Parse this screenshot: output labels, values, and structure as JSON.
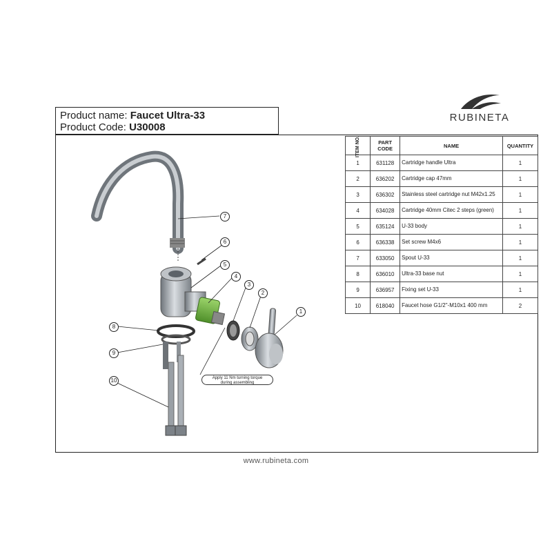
{
  "header": {
    "product_name_label": "Product name:",
    "product_name": "Faucet Ultra-33",
    "product_code_label": "Product Code:",
    "product_code": "U30008"
  },
  "brand": {
    "name": "RUBINETA"
  },
  "table": {
    "columns": [
      "ITEM NO.",
      "PART CODE",
      "NAME",
      "QUANTITY"
    ],
    "rows": [
      {
        "item": "1",
        "code": "631128",
        "name": "Cartridge handle Ultra",
        "qty": "1"
      },
      {
        "item": "2",
        "code": "636202",
        "name": "Cartridge cap 47mm",
        "qty": "1"
      },
      {
        "item": "3",
        "code": "636302",
        "name": "Stainless steel cartridge nut M42x1.25",
        "qty": "1"
      },
      {
        "item": "4",
        "code": "634028",
        "name": "Cartridge 40mm Citec 2 steps (green)",
        "qty": "1"
      },
      {
        "item": "5",
        "code": "635124",
        "name": "U-33 body",
        "qty": "1"
      },
      {
        "item": "6",
        "code": "636338",
        "name": "Set screw M4x6",
        "qty": "1"
      },
      {
        "item": "7",
        "code": "633050",
        "name": "Spout U-33",
        "qty": "1"
      },
      {
        "item": "8",
        "code": "636010",
        "name": "Ultra-33 base nut",
        "qty": "1"
      },
      {
        "item": "9",
        "code": "636957",
        "name": "Fixing set U-33",
        "qty": "1"
      },
      {
        "item": "10",
        "code": "618040",
        "name": "Faucet hose G1/2\"-M10x1 400 mm",
        "qty": "2"
      }
    ]
  },
  "diagram": {
    "callouts": [
      "1",
      "2",
      "3",
      "4",
      "5",
      "6",
      "7",
      "8",
      "9",
      "10"
    ],
    "note_line1": "Apply 11 Nm turning torque",
    "note_line2": "during assembling"
  },
  "footer": {
    "url": "www.rubineta.com"
  },
  "colors": {
    "cartridge_green": "#6db33f",
    "metal": "#9aa0a6",
    "line": "#222222"
  }
}
